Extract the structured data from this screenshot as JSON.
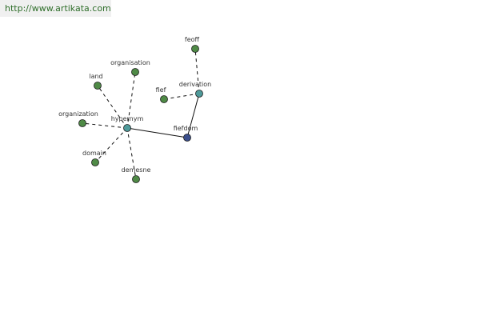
{
  "source_url": "http://www.artikata.com",
  "colors": {
    "banner_text": "#2f6e2a",
    "leaf_node": "#4f8a46",
    "hub_node": "#4f9a9a",
    "root_node": "#3b4f8c",
    "edge": "#111111"
  },
  "nodes": [
    {
      "id": "fiefdom",
      "label": "fiefdom",
      "kind": "root"
    },
    {
      "id": "hypernym",
      "label": "hypernym",
      "kind": "hub"
    },
    {
      "id": "derivation",
      "label": "derivation",
      "kind": "hub"
    },
    {
      "id": "feoff",
      "label": "feoff",
      "kind": "leaf"
    },
    {
      "id": "fief",
      "label": "fief",
      "kind": "leaf"
    },
    {
      "id": "organisation",
      "label": "organisation",
      "kind": "leaf"
    },
    {
      "id": "land",
      "label": "land",
      "kind": "leaf"
    },
    {
      "id": "organization",
      "label": "organization",
      "kind": "leaf"
    },
    {
      "id": "domain",
      "label": "domain",
      "kind": "leaf"
    },
    {
      "id": "demesne",
      "label": "demesne",
      "kind": "leaf"
    }
  ],
  "edges": [
    {
      "from": "fiefdom",
      "to": "hypernym",
      "style": "solid"
    },
    {
      "from": "fiefdom",
      "to": "derivation",
      "style": "solid"
    },
    {
      "from": "derivation",
      "to": "feoff",
      "style": "dashed"
    },
    {
      "from": "derivation",
      "to": "fief",
      "style": "dashed"
    },
    {
      "from": "hypernym",
      "to": "organisation",
      "style": "dashed"
    },
    {
      "from": "hypernym",
      "to": "land",
      "style": "dashed"
    },
    {
      "from": "hypernym",
      "to": "organization",
      "style": "dashed"
    },
    {
      "from": "hypernym",
      "to": "domain",
      "style": "dashed"
    },
    {
      "from": "hypernym",
      "to": "demesne",
      "style": "dashed"
    }
  ]
}
